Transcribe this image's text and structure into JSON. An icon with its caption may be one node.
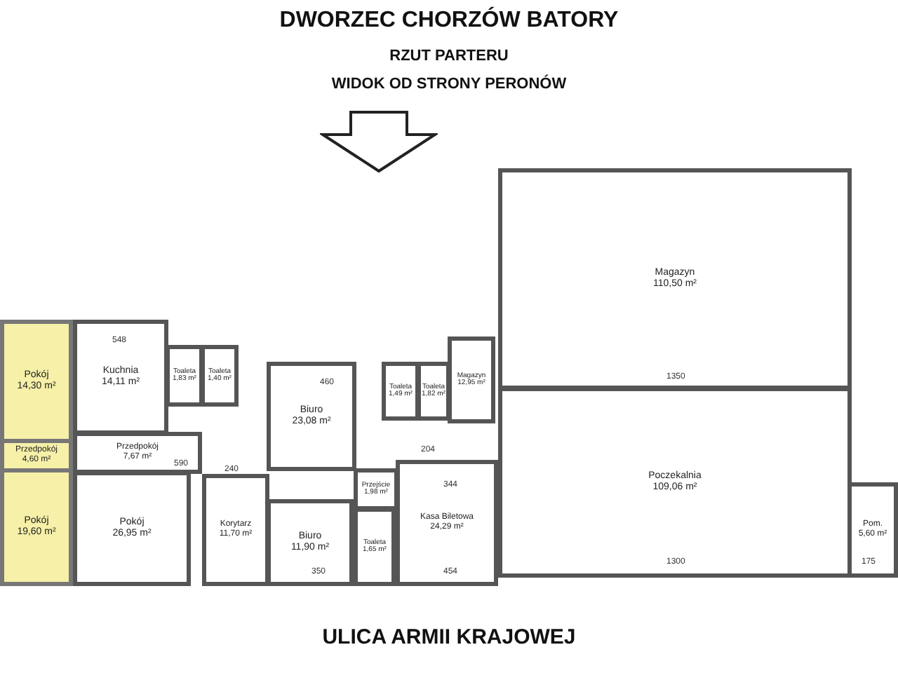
{
  "diagram": {
    "title": "DWORZEC CHORZÓW BATORY",
    "nodes": [
      {
        "text": [
          "Pokój",
          "14,30 m²"
        ]
      },
      {
        "text": [
          "Kuchnia",
          "14,11 m²"
        ]
      },
      {
        "text": [
          "Toaleta",
          "1,83 m²"
        ]
      },
      {
        "text": [
          "Toaleta",
          "1,40 m²"
        ]
      },
      {
        "text": [
          "Biuro",
          "23,08 m²"
        ]
      },
      {
        "text": [
          "Toaleta",
          "1,49 m²"
        ]
      },
      {
        "text": [
          "Toaleta",
          "1,82 m²"
        ]
      },
      {
        "text": [
          "Magazyn",
          "12,95 m²"
        ]
      },
      {
        "text": [
          "Magazyn",
          "110,50 m²"
        ]
      },
      {
        "text": [
          "Przedpokój",
          "4,60 m²"
        ]
      },
      {
        "text": [
          "Przedpokój",
          "7,67 m²"
        ]
      },
      {
        "text": [
          "Przejście",
          "1,98 m²"
        ]
      },
      {
        "text": [
          "Poczekalnia",
          "109,06 m²"
        ]
      },
      {
        "text": [
          "Korytarz",
          "11,70 m²"
        ]
      },
      {
        "text": [
          "Pokój",
          "19,60 m²"
        ]
      },
      {
        "text": [
          "Pokój",
          "26,95 m²"
        ]
      },
      {
        "text": [
          "Biuro",
          "11,90 m²"
        ]
      },
      {
        "text": [
          "Kasa Biletowa",
          "24,29 m²"
        ]
      },
      {
        "text": [
          "Pom.",
          "5,60 m²"
        ]
      },
      {
        "text": [
          "Toaleta",
          "1,65 m²"
        ]
      }
    ],
    "labels": [
      "RZUT PARTERU",
      "WIDOK OD STRONY PERONÓW",
      "548",
      "460",
      "1350",
      "590",
      "240",
      "204",
      "344",
      "350",
      "454",
      "1300",
      "175",
      "ULICA ARMII KRAJOWEJ"
    ]
  }
}
